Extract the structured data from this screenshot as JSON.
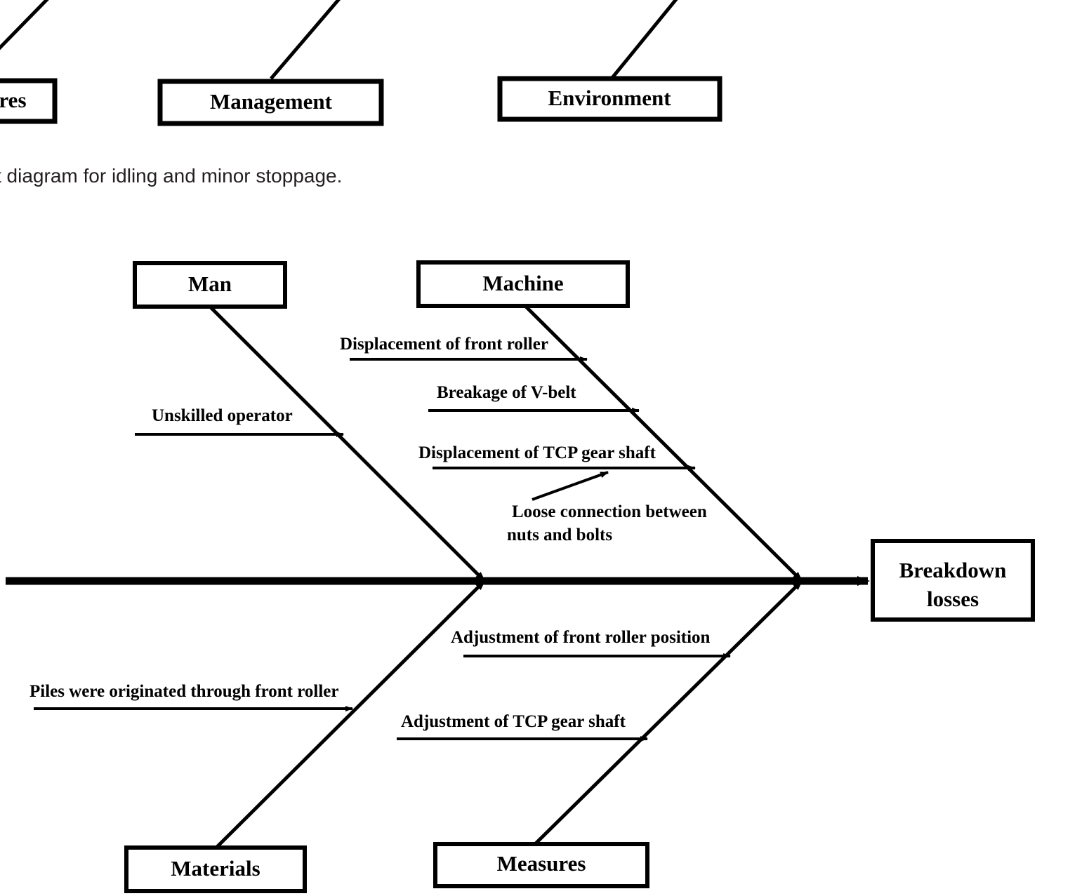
{
  "figure": {
    "caption": "t diagram for idling and minor stoppage.",
    "head": {
      "line1": "Breakdown",
      "line2": "losses"
    },
    "top_fragment": {
      "boxes": [
        {
          "label": "res"
        },
        {
          "label": "Management"
        },
        {
          "label": "Environment"
        }
      ]
    },
    "categories": [
      {
        "id": "man",
        "label": "Man",
        "position": "upper-left"
      },
      {
        "id": "machine",
        "label": "Machine",
        "position": "upper-right"
      },
      {
        "id": "materials",
        "label": "Materials",
        "position": "lower-left"
      },
      {
        "id": "measures",
        "label": "Measures",
        "position": "lower-right"
      }
    ],
    "causes": [
      {
        "category": "man",
        "label": "Unskilled operator"
      },
      {
        "category": "machine",
        "label": "Displacement of front roller"
      },
      {
        "category": "machine",
        "label": "Breakage of V-belt"
      },
      {
        "category": "machine",
        "label": "Displacement of TCP gear shaft"
      },
      {
        "category": "materials",
        "label": "Piles were originated  through front roller"
      },
      {
        "category": "measures",
        "label": "Adjustment of front roller position"
      },
      {
        "category": "measures",
        "label": "Adjustment of TCP gear shaft"
      }
    ],
    "sub_causes": [
      {
        "parent": "Displacement of TCP gear shaft",
        "line1": "Loose connection between",
        "line2": "nuts and bolts"
      }
    ],
    "colors": {
      "ink": "#000000",
      "paper": "#ffffff",
      "caption": "#231f20"
    }
  }
}
